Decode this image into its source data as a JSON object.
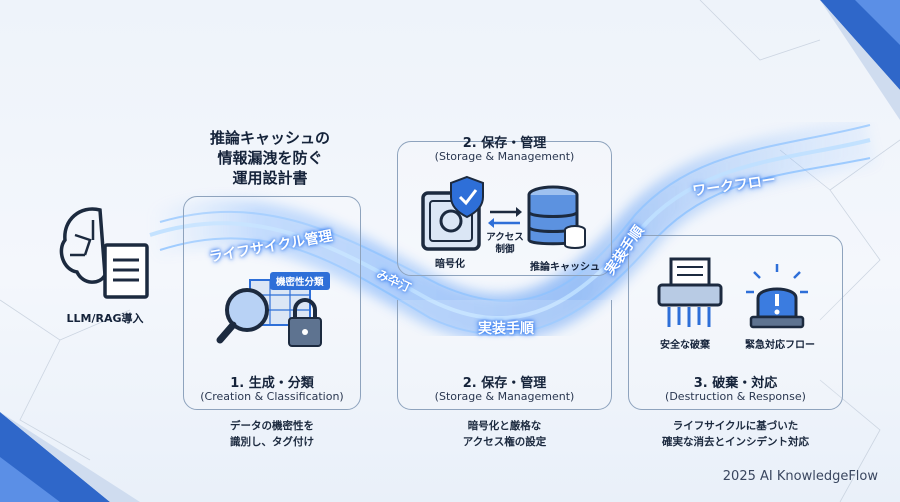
{
  "title_lines": [
    "推論キャッシュの",
    "情報漏洩を防ぐ",
    "運用設計書"
  ],
  "left": {
    "label": "LLM/RAG導入"
  },
  "stage1": {
    "tag": "機密性分類",
    "title": "1. 生成・分類",
    "subtitle": "(Creation & Classification)",
    "desc_lines": [
      "データの機密性を",
      "識別し、タグ付け"
    ]
  },
  "stage2": {
    "top_title": "2. 保存・管理",
    "top_subtitle": "(Storage & Management)",
    "encrypt_label": "暗号化",
    "access_label_lines": [
      "アクセス",
      "制御"
    ],
    "cache_label": "推論キャッシュ",
    "title": "2. 保存・管理",
    "subtitle": "(Storage & Management)",
    "desc_lines": [
      "暗号化と厳格な",
      "アクセス権の設定"
    ]
  },
  "stage3": {
    "shred_label": "安全な破棄",
    "alert_label": "緊急対応フロー",
    "title": "3. 破棄・対応",
    "subtitle": "(Destruction & Response)",
    "desc_lines": [
      "ライフサイクルに基づいた",
      "確実な消去とインシデント対応"
    ]
  },
  "flow": {
    "lifecycle": "ライフサイクル管理",
    "garbled": "み卆汀",
    "impl1": "実装手順",
    "impl2": "実装手順",
    "workflow": "ワークフロー"
  },
  "brand": "2025 AI KnowledgeFlow",
  "colors": {
    "accent": "#2e6fd8",
    "dark": "#15233a",
    "panel_border": "#8ea3bd"
  }
}
